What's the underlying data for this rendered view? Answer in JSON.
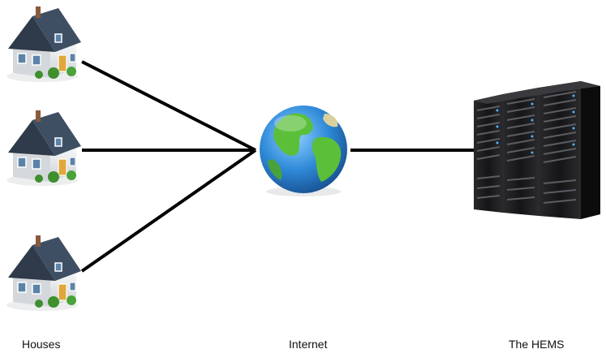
{
  "labels": {
    "houses": "Houses",
    "internet": "Internet",
    "hems": "The HEMS"
  },
  "nodes": {
    "houses": [
      {
        "icon": "house-icon"
      },
      {
        "icon": "house-icon"
      },
      {
        "icon": "house-icon"
      }
    ],
    "internet": {
      "icon": "globe-icon"
    },
    "hems": {
      "icon": "server-rack-icon"
    }
  },
  "colors": {
    "connector": "#000000",
    "roof": "#3f4f63",
    "wall": "#eef0f1",
    "door": "#e0a83a",
    "bush": "#3f8f2f",
    "ocean": "#2f8ad8",
    "land": "#5bbf3a",
    "server": "#1c1c1e"
  }
}
